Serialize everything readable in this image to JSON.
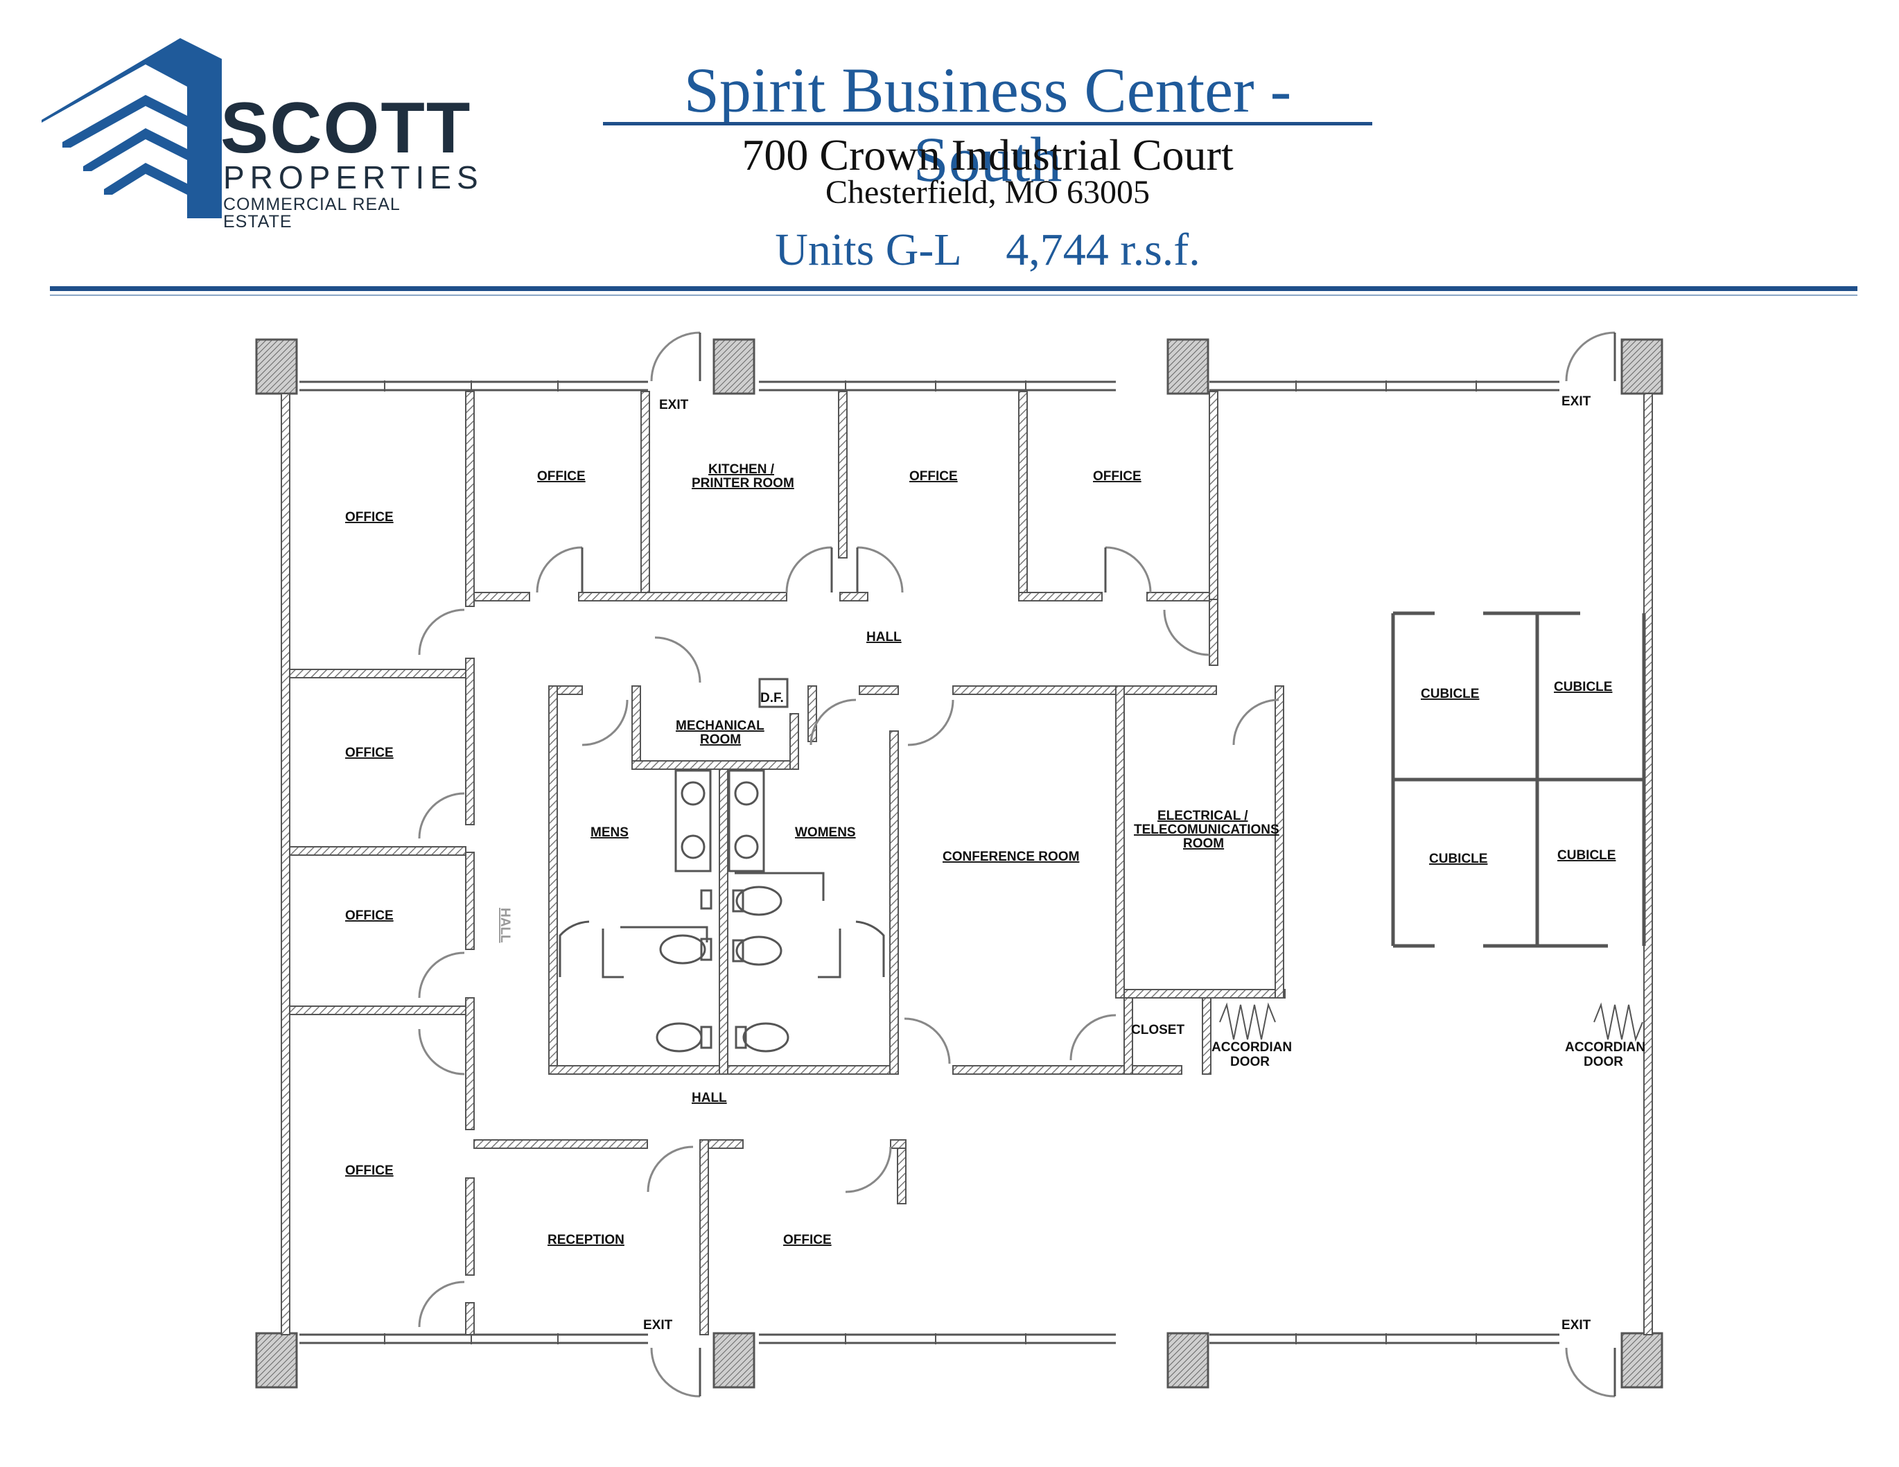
{
  "header": {
    "logo_main": "SCOTT",
    "logo_sub": "PROPERTIES",
    "logo_tagline": "COMMERCIAL REAL ESTATE",
    "title": "Spirit Business Center - South",
    "address_line1": "700 Crown Industrial Court",
    "address_line2": "Chesterfield, MO 63005",
    "units": "Units G-L    4,744 r.s.f."
  },
  "colors": {
    "brand_blue": "#1f5a9a",
    "rule_blue": "#1f4f8a",
    "wall": "#555555",
    "text": "#111111"
  },
  "labels": {
    "exit": "EXIT",
    "office": "OFFICE",
    "kitchen": "KITCHEN / PRINTER ROOM",
    "kitchen_l1": "KITCHEN /",
    "kitchen_l2": "PRINTER  ROOM",
    "hall": "HALL",
    "df": "D.F.",
    "mechanical_l1": "MECHANICAL",
    "mechanical_l2": "ROOM",
    "mens": "MENS",
    "womens": "WOMENS",
    "conference": "CONFERENCE  ROOM",
    "electrical_l1": "ELECTRICAL /",
    "electrical_l2": "TELECOMUNICATIONS",
    "electrical_l3": "ROOM",
    "cubicle": "CUBICLE",
    "closet": "CLOSET",
    "accordian_l1": "ACCORDIAN",
    "accordian_l2": "DOOR",
    "reception": "RECEPTION"
  }
}
